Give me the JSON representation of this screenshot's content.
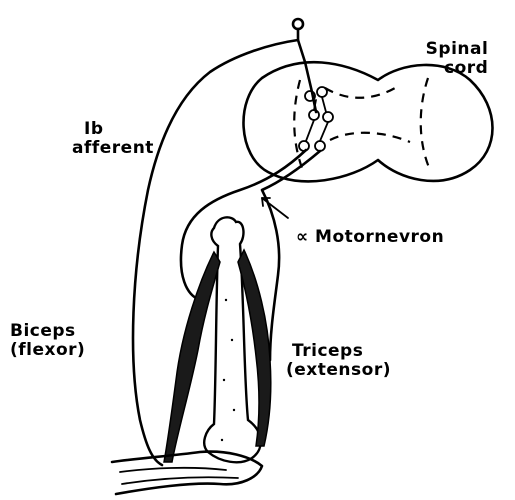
{
  "labels": {
    "spinal_cord_line1": "Spinal",
    "spinal_cord_line2": "cord",
    "ib_afferent_line1": "Ib",
    "ib_afferent_line2": "afferent",
    "alpha_motorneuron": "∝ Motornevron",
    "biceps_line1": "Biceps",
    "biceps_line2": "(flexor)",
    "triceps_line1": "Triceps",
    "triceps_line2": "(extensor)"
  },
  "colors": {
    "ink": "#000000",
    "background": "#ffffff"
  }
}
